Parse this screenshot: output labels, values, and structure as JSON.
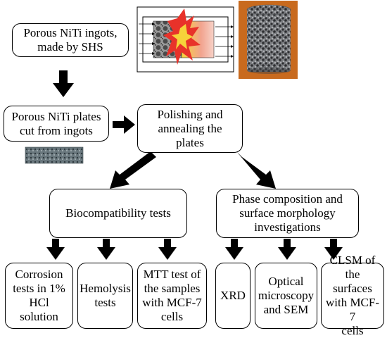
{
  "boxes": {
    "ingots": "Porous NiTi ingots,\nmade by SHS",
    "plates": "Porous NiTi plates\ncut from ingots",
    "polishing": "Polishing and\nannealing the\nplates",
    "bio": "Biocompatibility tests",
    "phase": "Phase composition and\nsurface morphology\ninvestigations",
    "corrosion": "Corrosion\ntests in 1%\nHCl solution",
    "hemolysis": "Hemolysis\ntests",
    "mtt": "MTT test of\nthe samples\nwith MCF-7\ncells",
    "xrd": "XRD",
    "optical": "Optical\nmicroscopy\nand SEM",
    "clsm": "CLSM of\nthe surfaces\nwith MCF-7\ncells"
  },
  "colors": {
    "arrow": "#000000",
    "flame_red": "#e8322a",
    "flame_yellow": "#f6d33a",
    "photo_bg": "#c86a1e",
    "porous_gray": "#6d6f73",
    "plate_gray": "#5e6a70"
  },
  "icons": {
    "shs_reactor": "shs-reactor-diagram",
    "ingot_photo": "porous-cylinder-photo",
    "plate_photo": "porous-plate-photo"
  }
}
